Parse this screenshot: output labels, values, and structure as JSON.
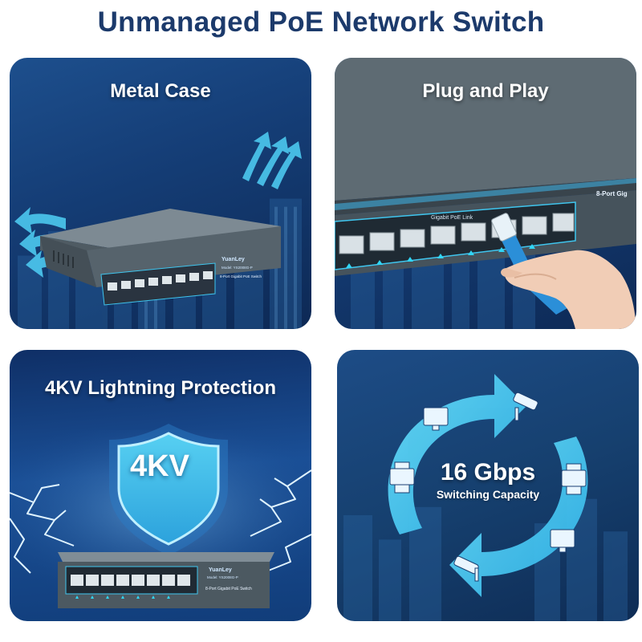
{
  "header": {
    "title": "Unmanaged PoE Network Switch"
  },
  "panels": [
    {
      "title": "Metal Case"
    },
    {
      "title": "Plug and Play"
    },
    {
      "title": "4KV Lightning Protection",
      "badge": "4KV"
    },
    {
      "title": "",
      "speed": "16 Gbps",
      "speed_caption": "Switching Capacity"
    }
  ],
  "device": {
    "brand": "YuanLey",
    "model": "Model: YS2008G-P",
    "ports_label": "8-Port Gigabit PoE Switch",
    "ports_label_short": "8-Port Gig",
    "link_label": "Gigabit PoE Link"
  },
  "colors": {
    "title": "#1c3a6b",
    "panel_bg": "#16427d",
    "accent_cyan": "#35c3ea",
    "port_led": "#31d6f6"
  },
  "icons": [
    "airflow-arrow-icon",
    "shield-icon",
    "lightning-icon",
    "cycle-arrow-icon",
    "monitor-icon",
    "cctv-camera-icon",
    "printer-icon",
    "ethernet-cable-icon"
  ]
}
